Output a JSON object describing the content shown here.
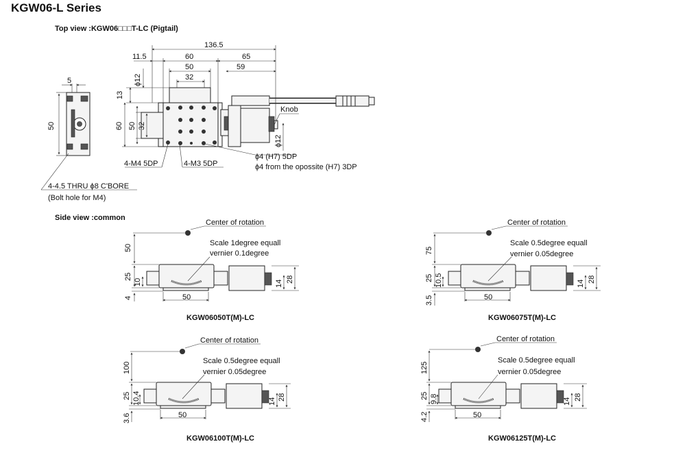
{
  "title": "KGW06-L Series",
  "top_view": {
    "heading": "Top view :KGW06□□□T-LC (Pigtail)",
    "dims": {
      "overall": "136.5",
      "left_offset": "11.5",
      "d60": "60",
      "d65": "65",
      "d50": "50",
      "d59": "59",
      "d32": "32",
      "phi12_top": "ϕ12",
      "d13": "13",
      "v60": "60",
      "v50": "50",
      "v32": "32",
      "phi12_knob": "ϕ12",
      "side_5": "5",
      "side_50": "50"
    },
    "labels": {
      "knob": "Knob",
      "m4": "4-M4 5DP",
      "m3": "4-M3 5DP",
      "h7": "ϕ4 (H7) 5DP",
      "h7_opp": "ϕ4 from the opossite (H7) 3DP",
      "thru": "4-4.5 THRU ϕ8 C'BORE",
      "bolt": "(Bolt hole for M4)"
    }
  },
  "side_view": {
    "heading": "Side view :common",
    "views": [
      {
        "caption": "KGW06050T(M)-LC",
        "rotation": "Center of rotation",
        "scale": "Scale 1degree equall",
        "vernier": "vernier 0.1degree",
        "h_top": "50",
        "h_mid": "25",
        "h_small": "10",
        "h_base": "4",
        "width": "50",
        "r14": "14",
        "r28": "28"
      },
      {
        "caption": "KGW06075T(M)-LC",
        "rotation": "Center of rotation",
        "scale": "Scale 0.5degree equall",
        "vernier": "vernier 0.05degree",
        "h_top": "75",
        "h_mid": "25",
        "h_small": "10.5",
        "h_base": "3.5",
        "width": "50",
        "r14": "14",
        "r28": "28"
      },
      {
        "caption": "KGW06100T(M)-LC",
        "rotation": "Center of rotation",
        "scale": "Scale 0.5degree equall",
        "vernier": "vernier 0.05degree",
        "h_top": "100",
        "h_mid": "25",
        "h_small": "10.4",
        "h_base": "3.6",
        "width": "50",
        "r14": "14",
        "r28": "28"
      },
      {
        "caption": "KGW06125T(M)-LC",
        "rotation": "Center of rotation",
        "scale": "Scale 0.5degree equall",
        "vernier": "vernier 0.05degree",
        "h_top": "125",
        "h_mid": "25",
        "h_small": "9.8",
        "h_base": "4.2",
        "width": "50",
        "r14": "14",
        "r28": "28"
      }
    ]
  }
}
